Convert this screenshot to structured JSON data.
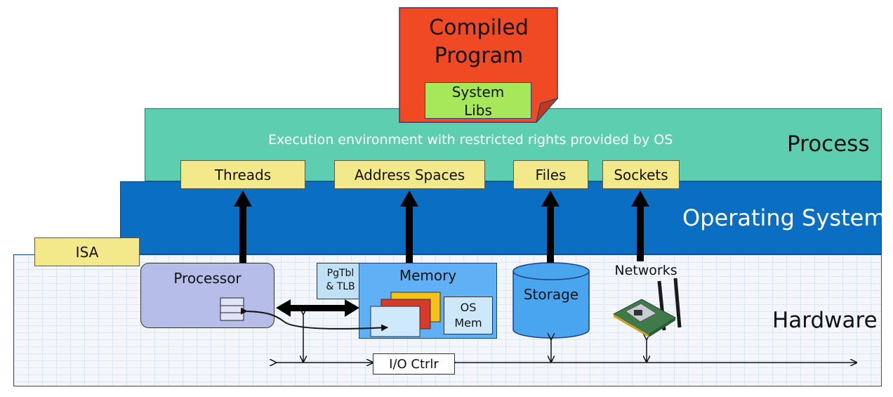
{
  "program": {
    "title_line1": "Compiled",
    "title_line2": "Program",
    "libs_line1": "System",
    "libs_line2": "Libs"
  },
  "process": {
    "title": "Process",
    "subtitle": "Execution environment with restricted rights provided by OS",
    "abstractions": {
      "threads": "Threads",
      "address_spaces": "Address Spaces",
      "files": "Files",
      "sockets": "Sockets"
    }
  },
  "os": {
    "title": "Operating System"
  },
  "hardware": {
    "title": "Hardware",
    "isa": "ISA",
    "processor": "Processor",
    "pgtbl_line1": "PgTbl",
    "pgtbl_line2": "& TLB",
    "memory": "Memory",
    "os_mem_line1": "OS",
    "os_mem_line2": "Mem",
    "storage": "Storage",
    "networks": "Networks",
    "io_ctrl": "I/O Ctrlr"
  },
  "colors": {
    "process_layer": "#5dcfb0",
    "os_layer": "#0a6fc2",
    "hardware_layer": "#f3f7fb",
    "abstraction_box": "#f4e98a",
    "compiled_program": "#f04a24",
    "system_libs": "#a7e85a",
    "processor": "#b5bde8",
    "memory": "#5fb0f5",
    "storage": "#4aa5ef"
  }
}
